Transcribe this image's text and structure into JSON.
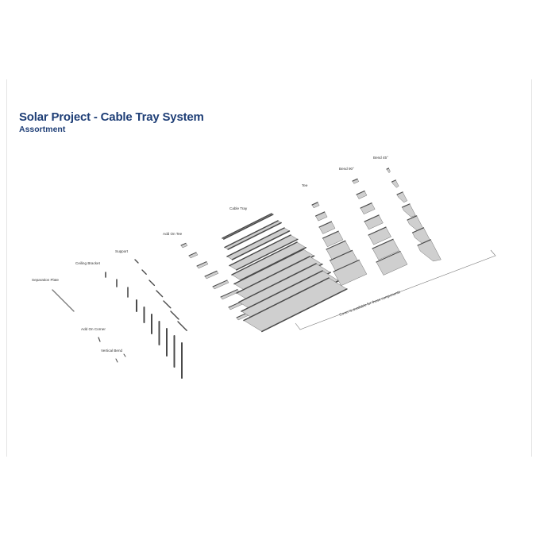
{
  "title": "Solar Project - Cable Tray System",
  "subtitle": "Assortment",
  "groups": {
    "separation_plate": "Separation Plate",
    "ceiling_bracket": "Ceiling Bracket",
    "support": "Support",
    "add_on_tee": "Add On Tee",
    "add_on_corner": "Add On Corner",
    "vertical_bend": "Vertical Bend",
    "cable_tray": "Cable Tray",
    "tee": "Tee",
    "bend_90": "Bend 90°",
    "bend_45": "Bend 45°"
  },
  "cover_note": "Cover is available for these components",
  "colors": {
    "title": "#1f3f77",
    "part_fill": "#cfcfcf",
    "part_edge": "#555555",
    "rail": "#4a4a4a"
  }
}
